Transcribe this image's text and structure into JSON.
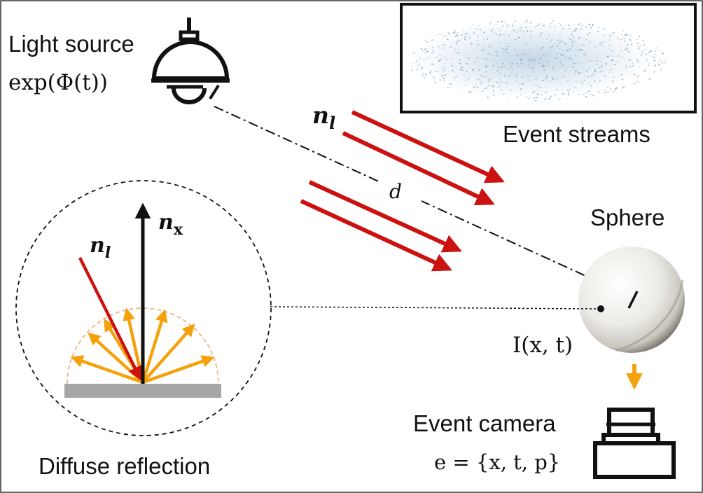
{
  "labels": {
    "light_source": "Light source",
    "light_formula": "exp(Φ(t))",
    "event_streams": "Event streams",
    "sphere": "Sphere",
    "intensity": "I(x, t)",
    "event_camera": "Event camera",
    "event_formula": "e = {x, t, p}",
    "diffuse_reflection": "Diffuse reflection",
    "distance": "d",
    "light_dir_symbol": "n",
    "light_dir_sub": "l",
    "normal_symbol": "n",
    "normal_sub": "x"
  },
  "colors": {
    "light_rays": "#cc1111",
    "reflected_rays": "#f5a10a",
    "hemisphere": "#f4b183",
    "surface": "#a6a6a6",
    "events": "#5b8db8",
    "sphere": "#ecebe6"
  }
}
